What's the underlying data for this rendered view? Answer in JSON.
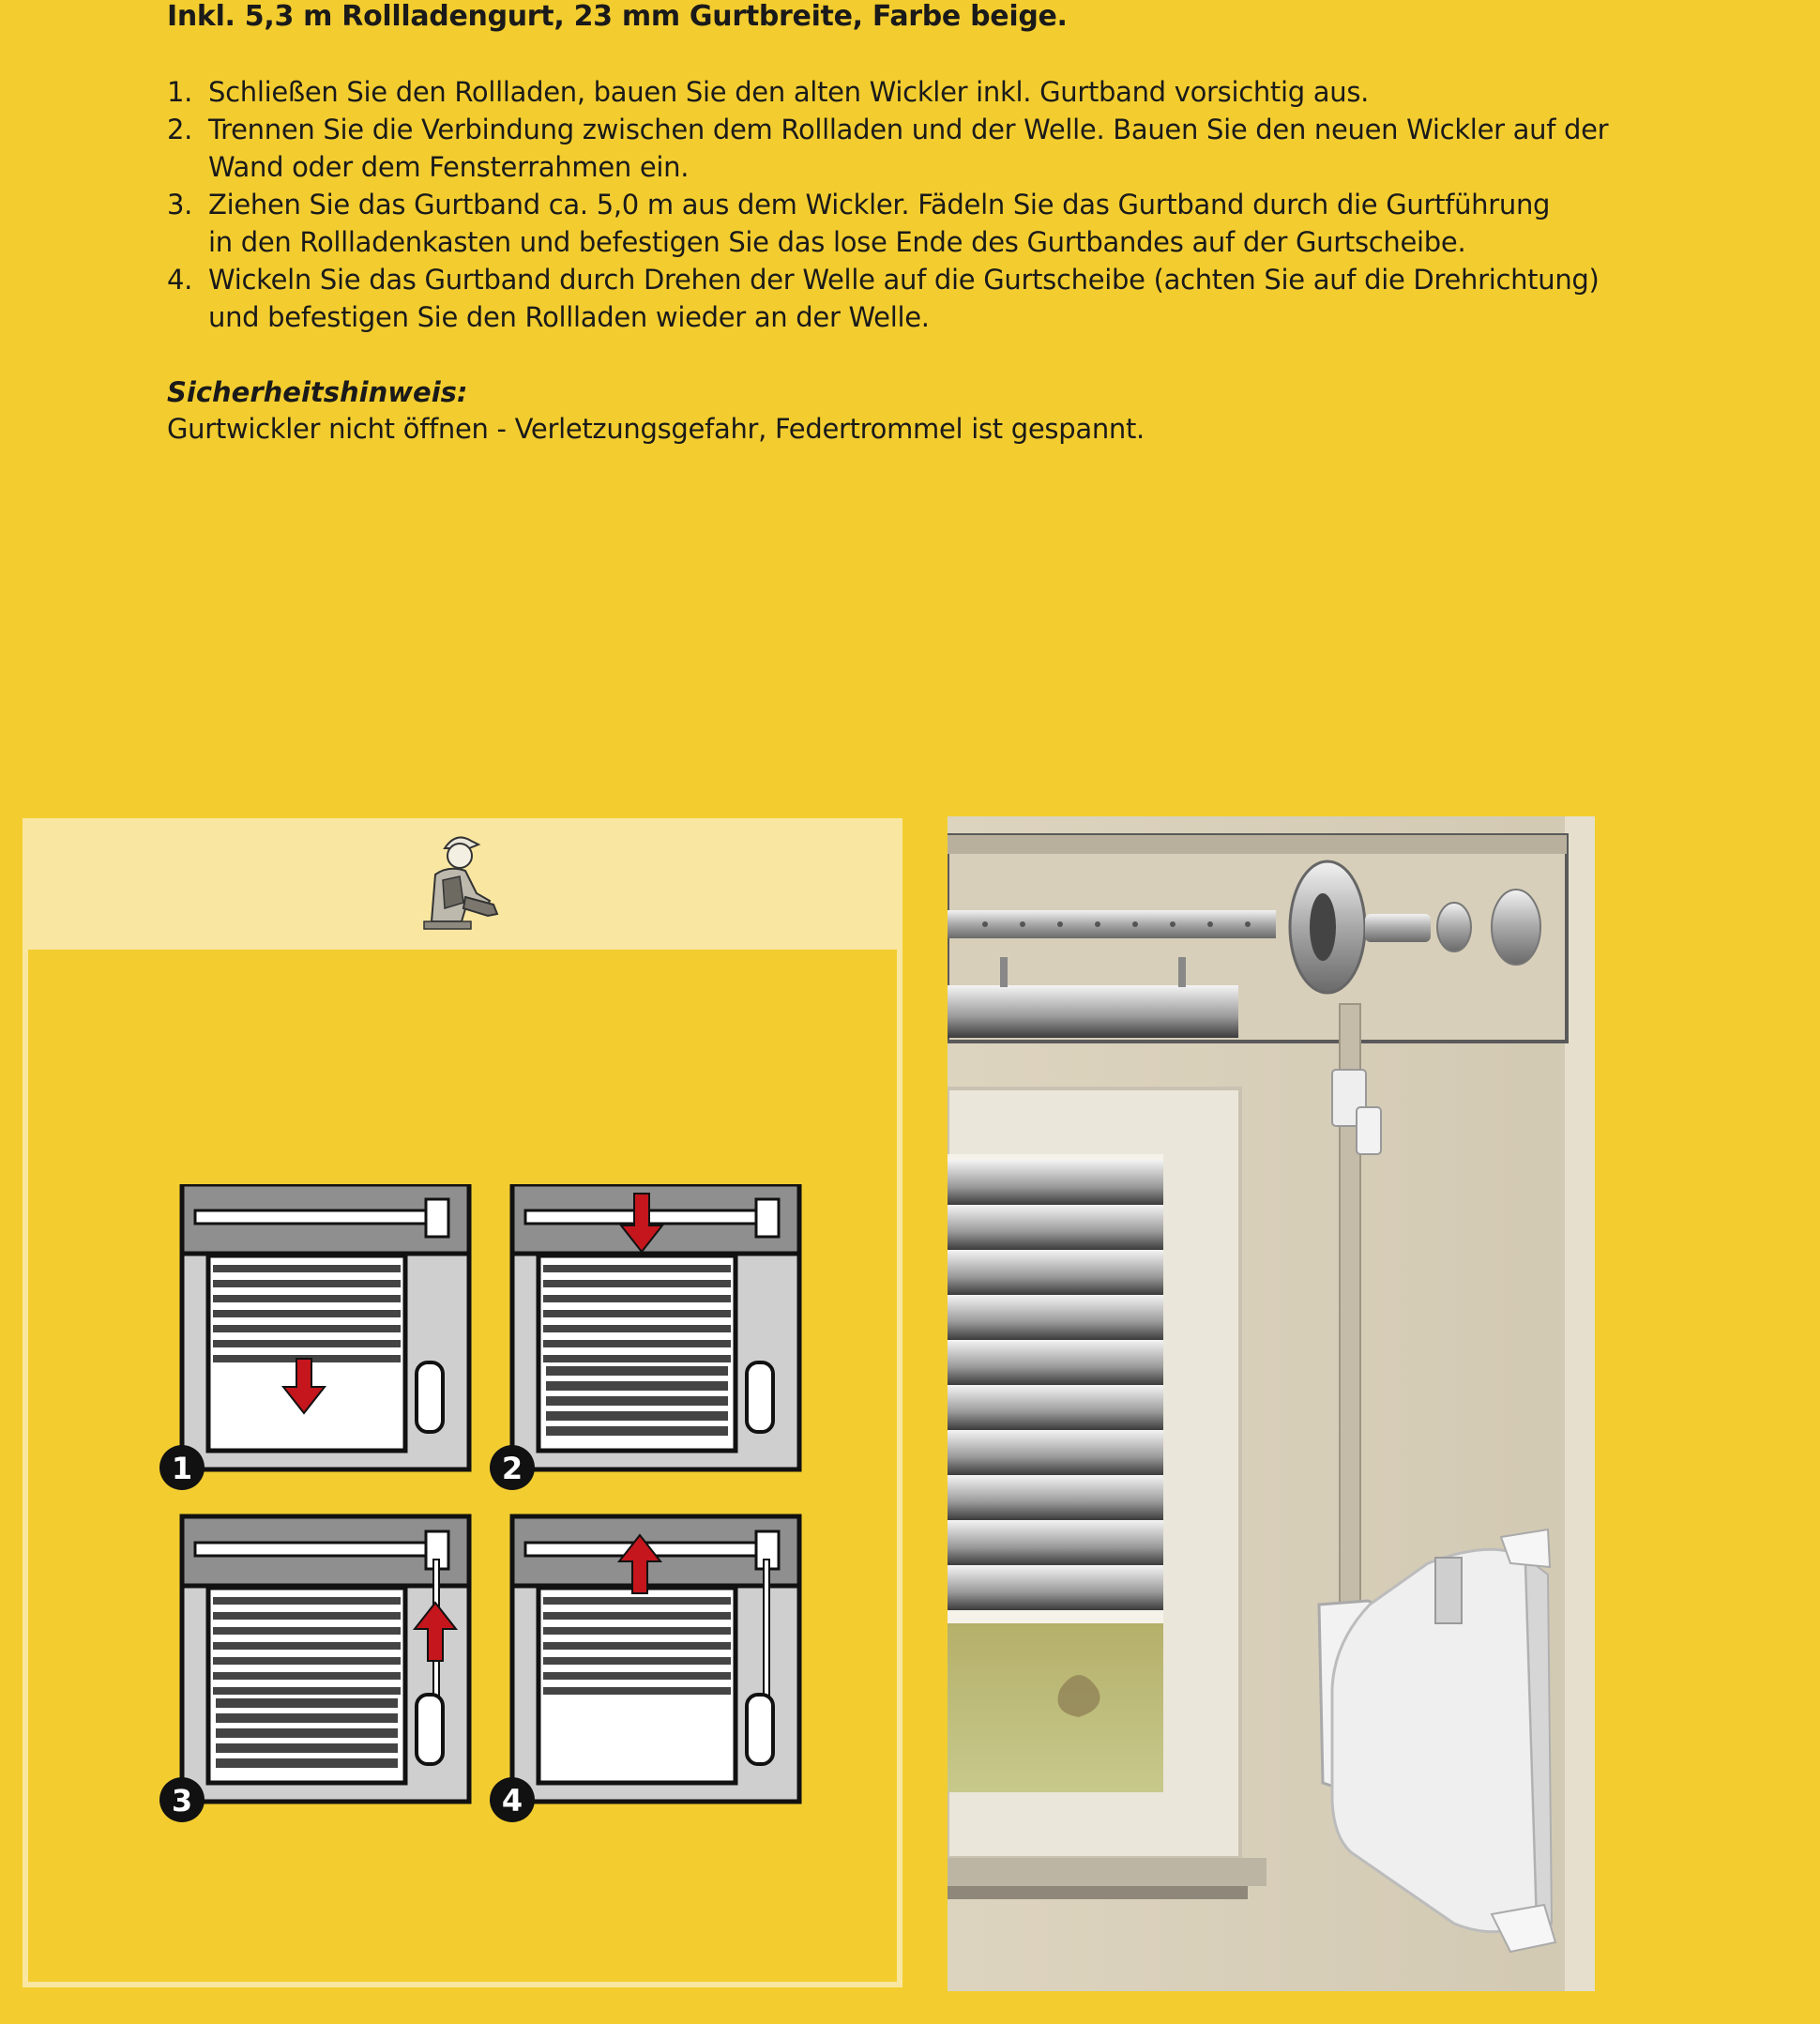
{
  "headline": "Inkl. 5,3 m Rollladengurt, 23 mm Gurtbreite, Farbe beige.",
  "steps": [
    {
      "num": "1.",
      "lines": [
        "Schließen Sie den Rollladen, bauen Sie den alten Wickler inkl. Gurtband vorsichtig aus."
      ]
    },
    {
      "num": "2.",
      "lines": [
        "Trennen Sie die Verbindung zwischen dem Rollladen und der Welle. Bauen Sie den neuen Wickler auf der",
        "Wand oder dem Fensterrahmen ein."
      ]
    },
    {
      "num": "3.",
      "lines": [
        "Ziehen Sie das Gurtband ca. 5,0 m aus dem Wickler. Fädeln Sie das Gurtband durch die Gurtführung",
        "in den Rollladenkasten und befestigen Sie das lose Ende des Gurtbandes auf der Gurtscheibe."
      ]
    },
    {
      "num": "4.",
      "lines": [
        "Wickeln Sie das Gurtband durch Drehen der Welle auf die Gurtscheibe (achten Sie auf die Drehrichtung)",
        "und befestigen Sie den Rollladen wieder an der Welle."
      ]
    }
  ],
  "safety": {
    "title": "Sicherheitshinweis:",
    "text": "Gurtwickler nicht öffnen - Verletzungsgefahr, Federtrommel ist gespannt."
  },
  "diagram_steps": [
    "1",
    "2",
    "3",
    "4"
  ],
  "icons": {
    "worker": "worker-icon",
    "arrow_color": "#c4161c"
  },
  "colors": {
    "background": "#f3cd30",
    "panel_light": "#f9e7a1"
  }
}
